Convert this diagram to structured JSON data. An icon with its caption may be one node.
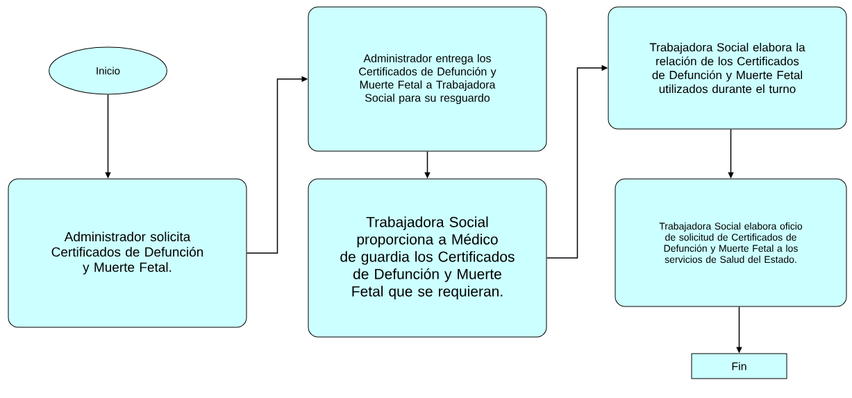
{
  "diagram": {
    "nodes": [
      {
        "text": [
          "Inicio"
        ]
      },
      {
        "text": [
          "Administrador solicita Certificados de Defunción y Muerte Fetal."
        ]
      },
      {
        "text": [
          "Administrador entrega los Certificados de Defunción y Muerte Fetal a Trabajadora Social para su resguardo"
        ]
      },
      {
        "text": [
          "Trabajadora Social proporciona a Médico de guardia los Certificados de Defunción y Muerte Fetal que se requieran."
        ]
      },
      {
        "text": [
          "Trabajadora Social elabora la relación de los Certificados de Defunción y Muerte Fetal utilizados durante el turno"
        ]
      },
      {
        "text": [
          "Trabajadora Social elabora oficio de solicitud de Certificados de Defunción y Muerte Fetal a los servicios de Salud del Estado."
        ]
      },
      {
        "text": [
          "Fin"
        ]
      }
    ],
    "edges": [
      {
        "from": 0,
        "to": 1,
        "arrow": "to"
      },
      {
        "from": 1,
        "to": 2,
        "arrow": "to"
      },
      {
        "from": 2,
        "to": 3,
        "arrow": "to"
      },
      {
        "from": 3,
        "to": 4,
        "arrow": "to"
      },
      {
        "from": 4,
        "to": 5,
        "arrow": "to"
      },
      {
        "from": 5,
        "to": 6,
        "arrow": "to"
      }
    ]
  }
}
